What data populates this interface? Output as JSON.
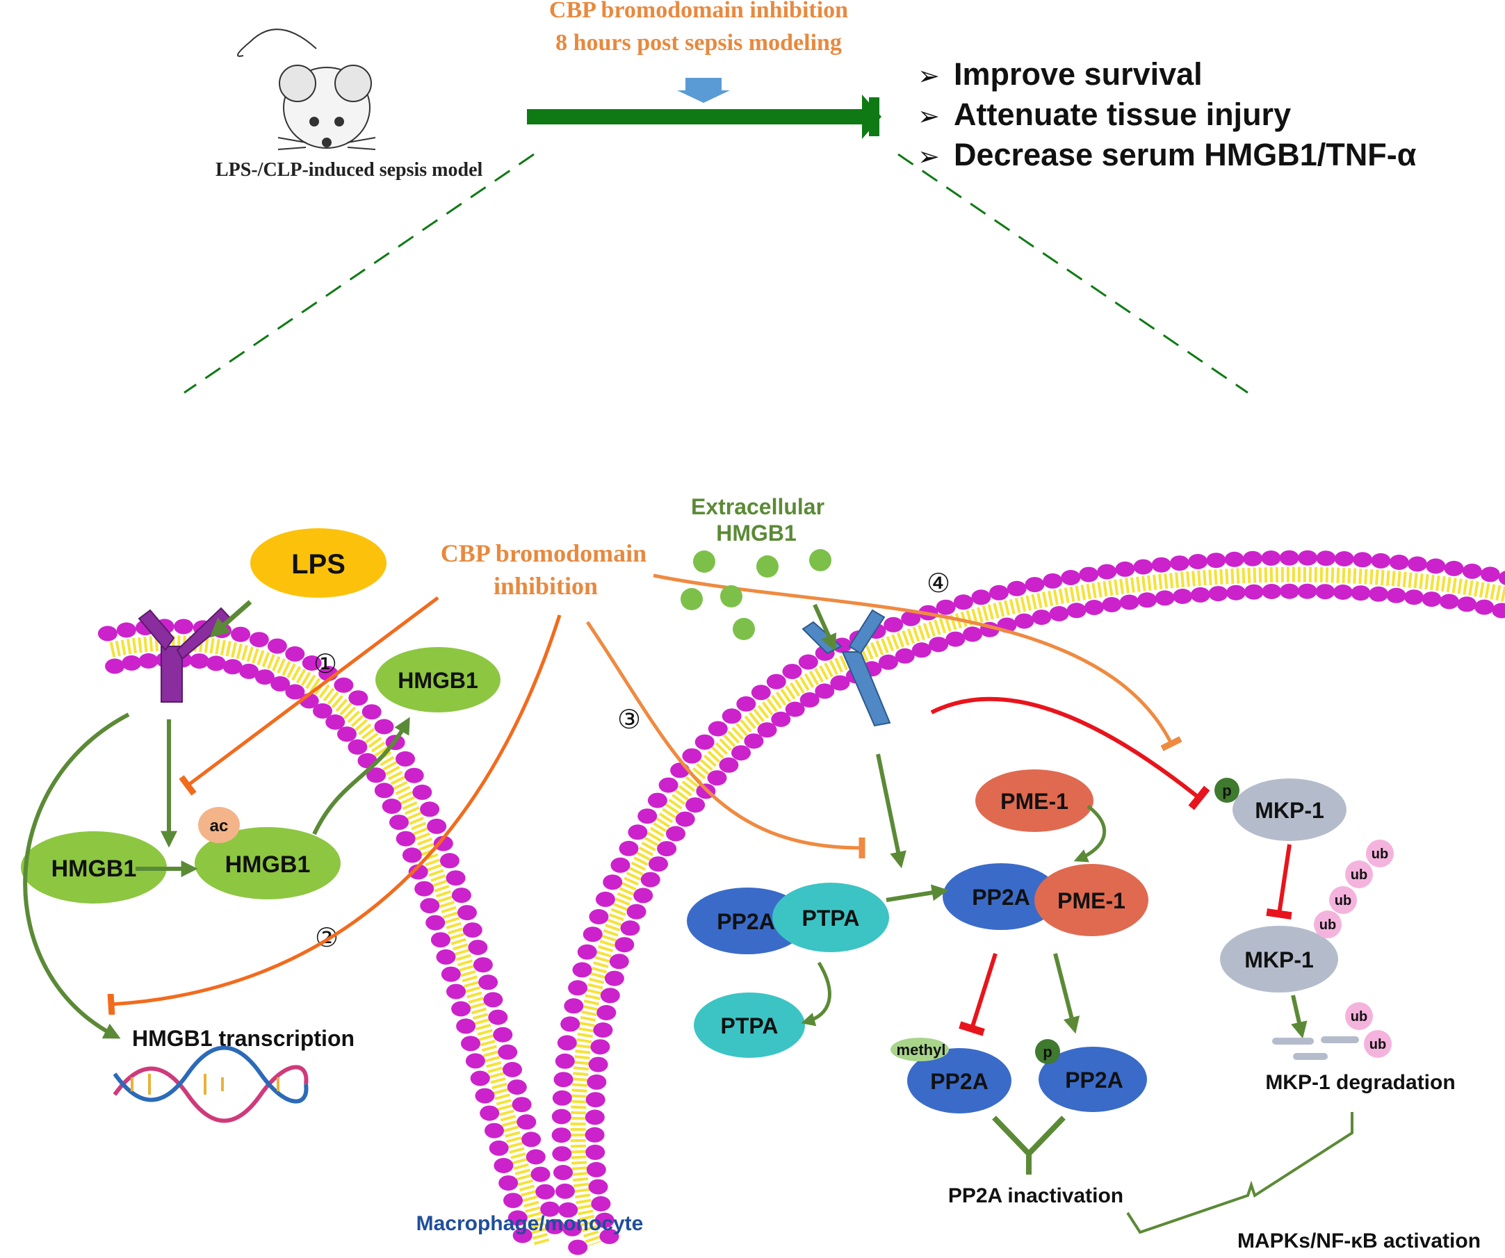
{
  "header": {
    "model_label": "LPS-/CLP-induced sepsis model",
    "treatment_line1": "CBP bromodomain inhibition",
    "treatment_line2": "8 hours post sepsis modeling",
    "outcomes": [
      "Improve survival",
      "Attenuate tissue injury",
      "Decrease serum HMGB1/TNF-α"
    ]
  },
  "cell": {
    "cbp_line1": "CBP bromodomain",
    "cbp_line2": "inhibition",
    "extracellular_line1": "Extracellular",
    "extracellular_line2": "HMGB1",
    "lps": "LPS",
    "hmgb1": "HMGB1",
    "ac": "ac",
    "transcription": "HMGB1 transcription",
    "macrophage": "Macrophage/monocyte",
    "step1": "①",
    "step2": "②",
    "step3": "③",
    "step4": "④",
    "pp2a": "PP2A",
    "ptpa": "PTPA",
    "pme1": "PME-1",
    "methyl": "methyl",
    "p": "p",
    "mkp1": "MKP-1",
    "ub": "ub",
    "pp2a_inactivation": "PP2A inactivation",
    "mkp1_degradation": "MKP-1 degradation",
    "mapk_activation": "MAPKs/NF-κB activation"
  },
  "colors": {
    "orange_text": "#e8893e",
    "green_arrow": "#5b8a36",
    "dark_green": "#0f7a14",
    "orange_inhib": "#f26b1d",
    "red_inhib": "#e8141c",
    "membrane_head": "#cc22cc",
    "membrane_tail": "#f4e23a",
    "hmgb1_green": "#8dc641",
    "lps_yellow": "#fcc20b",
    "pp2a_blue": "#3a6bc8",
    "ptpa_teal": "#3cc4c4",
    "pme1_red": "#e06a50",
    "mkp1_grey": "#b4bccc",
    "ub_pink": "#f4b3dc",
    "macrophage_blue": "#1f4e9b"
  }
}
